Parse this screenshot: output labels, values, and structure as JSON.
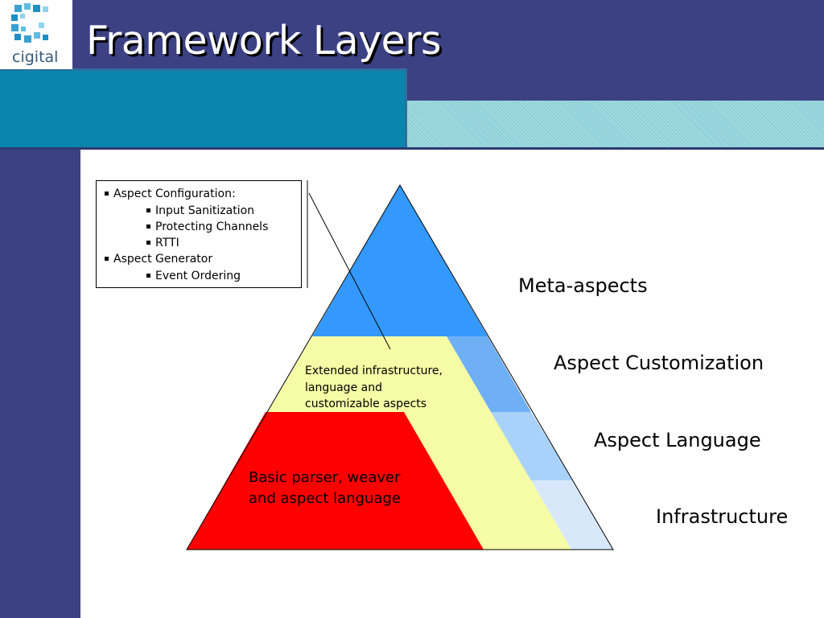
{
  "slide": {
    "title": "Framework Layers",
    "logo_text": "cigital"
  },
  "bullet_box": {
    "items": [
      {
        "text": "Aspect Configuration:",
        "level": 1
      },
      {
        "text": "Input Sanitization",
        "level": 2
      },
      {
        "text": "Protecting Channels",
        "level": 2
      },
      {
        "text": "RTTI",
        "level": 2
      },
      {
        "text": "Aspect Generator",
        "level": 1
      },
      {
        "text": "Event Ordering",
        "level": 2
      }
    ]
  },
  "pyramid": {
    "layers": [
      {
        "name": "Meta-aspects",
        "color": "#3399ff"
      },
      {
        "name": "Aspect Customization",
        "color": "#6fb0f5"
      },
      {
        "name": "Aspect Language",
        "color": "#a9d2fa"
      },
      {
        "name": "Infrastructure",
        "color": "#d8e8fa"
      }
    ],
    "extended_label": {
      "text": "Extended infrastructure, language and customizable aspects",
      "lines": [
        "Extended infrastructure,",
        "language and",
        "customizable aspects"
      ],
      "color": "#f5fca5"
    },
    "basic_label": {
      "text": "Basic parser, weaver and aspect language",
      "lines": [
        "Basic parser, weaver",
        "and aspect language"
      ],
      "color": "#ff0000"
    }
  },
  "colors": {
    "navy": "#3b4183",
    "teal_band": "#0088b0",
    "hatch_band": "#8acfd6"
  }
}
